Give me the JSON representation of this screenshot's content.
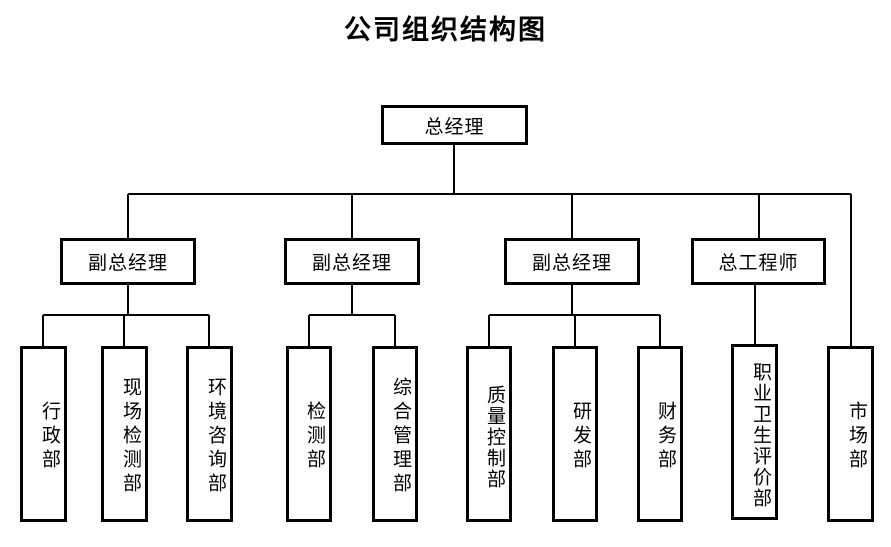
{
  "title": "公司组织结构图",
  "colors": {
    "box_border": "#000000",
    "box_fill": "#ffffff",
    "line": "#000000",
    "text": "#000000",
    "background": "#ffffff"
  },
  "chart_data": {
    "type": "org-chart",
    "orientation": "top-down",
    "levels": 3,
    "root": {
      "label": "总经理",
      "children": [
        {
          "label": "副总经理",
          "children": [
            {
              "label": "行政部"
            },
            {
              "label": "现场检测部"
            },
            {
              "label": "环境咨询部"
            }
          ]
        },
        {
          "label": "副总经理",
          "children": [
            {
              "label": "检测部"
            },
            {
              "label": "综合管理部"
            }
          ]
        },
        {
          "label": "副总经理",
          "children": [
            {
              "label": "质量控制部"
            },
            {
              "label": "研发部"
            },
            {
              "label": "财务部"
            }
          ]
        },
        {
          "label": "总工程师",
          "children": [
            {
              "label": "职业卫生评价部"
            }
          ]
        },
        {
          "label": "市场部",
          "direct_from_root": true,
          "children": []
        }
      ]
    }
  },
  "nodes": {
    "level1": {
      "gm": "总经理"
    },
    "level2": {
      "dgm1": "副总经理",
      "dgm2": "副总经理",
      "dgm3": "副总经理",
      "chief_engineer": "总工程师"
    },
    "level3": {
      "admin": "行政部",
      "field_testing": "现场检测部",
      "env_consulting": "环境咨询部",
      "testing": "检测部",
      "general_mgmt": "综合管理部",
      "quality_control": "质量控制部",
      "rnd": "研发部",
      "finance": "财务部",
      "occupational_health": "职业卫生评价部",
      "marketing": "市场部"
    }
  }
}
